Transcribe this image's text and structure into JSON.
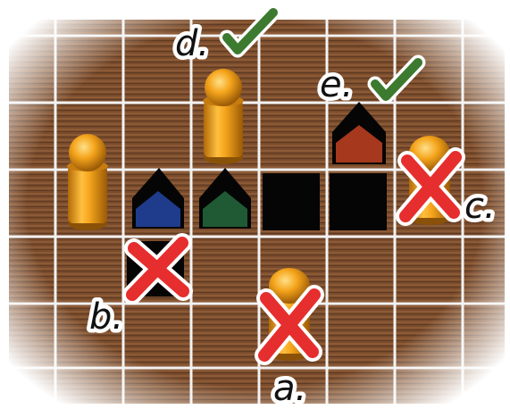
{
  "board": {
    "columns": 8,
    "rows": 6,
    "colors": {
      "wood_dark": "#5e3a22",
      "wood_mid": "#8a5a36",
      "wood_light": "#a87850",
      "grid_line": "#f4f4f4",
      "pawn": "#f0a018",
      "pawn_shadow": "#a86008",
      "blue_piece": "#1f3b8c",
      "green_piece": "#1f5a34",
      "red_piece": "#a6381e",
      "black_piece": "#050505",
      "check_mark": "#3c7a30",
      "cross_mark": "#e62e2e"
    }
  },
  "labels": {
    "a": "a.",
    "b": "b.",
    "c": "c.",
    "d": "d.",
    "e": "e."
  },
  "markers": {
    "correct_icon": "check-mark-icon",
    "wrong_icon": "cross-mark-icon"
  }
}
